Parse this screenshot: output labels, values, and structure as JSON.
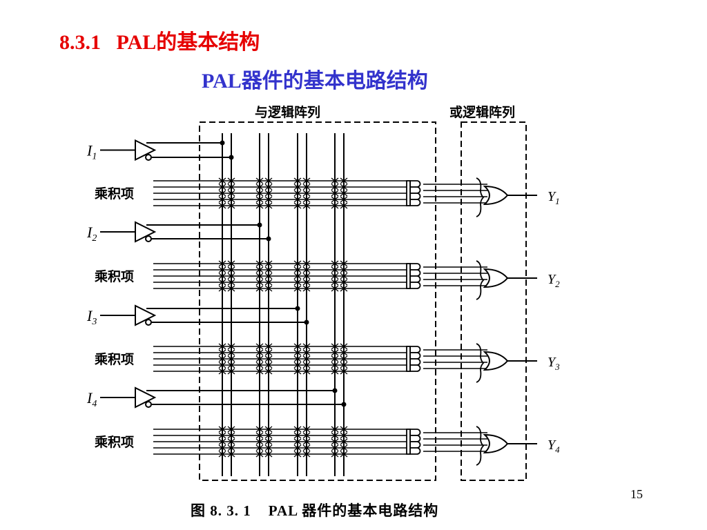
{
  "slide": {
    "heading": "8.3.1   PAL的基本结构",
    "subheading": "PAL器件的基本电路结构",
    "page_number": "15",
    "colors": {
      "heading": "#e60000",
      "subheading": "#3333cc"
    }
  },
  "diagram": {
    "and_array_label": "与逻辑阵列",
    "or_array_label": "或逻辑阵列",
    "product_term_label": "乘积项",
    "inputs": [
      {
        "letter": "I",
        "index": "1"
      },
      {
        "letter": "I",
        "index": "2"
      },
      {
        "letter": "I",
        "index": "3"
      },
      {
        "letter": "I",
        "index": "4"
      }
    ],
    "outputs": [
      {
        "letter": "Y",
        "index": "1"
      },
      {
        "letter": "Y",
        "index": "2"
      },
      {
        "letter": "Y",
        "index": "3"
      },
      {
        "letter": "Y",
        "index": "4"
      }
    ],
    "caption": "图 8. 3. 1    PAL 器件的基本电路结构"
  }
}
